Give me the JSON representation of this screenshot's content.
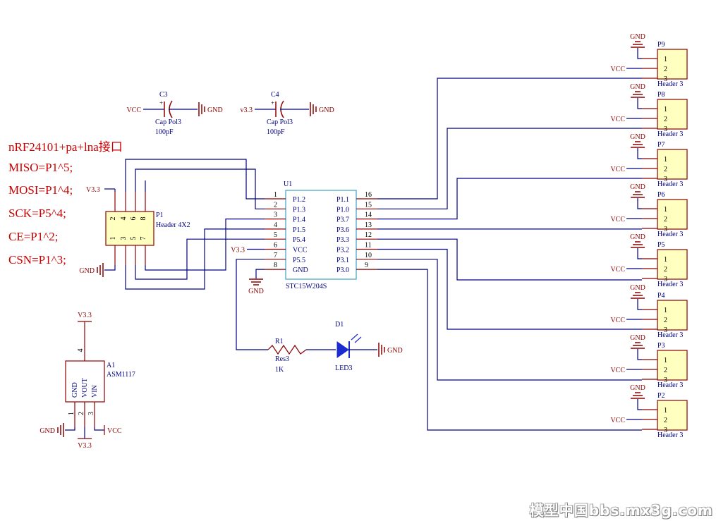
{
  "notes": [
    "nRF24101+pa+lna接口",
    "MISO=P1^5;",
    "MOSI=P1^4;",
    "SCK=P5^4;",
    "CE=P1^2;",
    "CSN=P1^3;"
  ],
  "watermark": "模型中国bbs.mx3g.com",
  "colors": {
    "wire": "#000080",
    "part": "#8b0000",
    "body": "#ffffc0",
    "label": "#000080",
    "pin": "#000000"
  },
  "u1": {
    "designator": "U1",
    "part": "STC15W204S",
    "left": [
      [
        "1",
        "P1.2"
      ],
      [
        "2",
        "P1.3"
      ],
      [
        "3",
        "P1.4"
      ],
      [
        "4",
        "P1.5"
      ],
      [
        "5",
        "P5.4"
      ],
      [
        "6",
        "VCC"
      ],
      [
        "7",
        "P5.5"
      ],
      [
        "8",
        "GND"
      ]
    ],
    "right": [
      [
        "16",
        "P1.1"
      ],
      [
        "15",
        "P1.0"
      ],
      [
        "14",
        "P3.7"
      ],
      [
        "13",
        "P3.6"
      ],
      [
        "12",
        "P3.3"
      ],
      [
        "11",
        "P3.2"
      ],
      [
        "10",
        "P3.1"
      ],
      [
        "9",
        "P3.0"
      ]
    ]
  },
  "p1": {
    "designator": "P1",
    "part": "Header 4X2",
    "pins_top": [
      "2",
      "4",
      "6",
      "8"
    ],
    "pins_bottom": [
      "1",
      "3",
      "5",
      "7"
    ],
    "power": "V3.3",
    "ground": "GND"
  },
  "c3": {
    "designator": "C3",
    "part": "Cap Pol3",
    "value": "100pF",
    "net": "VCC",
    "ground": "GND"
  },
  "c4": {
    "designator": "C4",
    "part": "Cap Pol3",
    "value": "100pF",
    "net": "v3.3",
    "ground": "GND"
  },
  "a1": {
    "designator": "A1",
    "part": "ASM1117",
    "pins": [
      "GND",
      "VOUT",
      "VIN"
    ],
    "pin_nums": [
      "1",
      "2",
      "3",
      "4"
    ],
    "top_net": "V3.3",
    "gnd": "GND",
    "vout": "V3.3",
    "vin": "VCC"
  },
  "r1": {
    "designator": "R1",
    "part": "Res3",
    "value": "1K"
  },
  "d1": {
    "designator": "D1",
    "part": "LED3",
    "ground": "GND"
  },
  "u1_nets": {
    "vcc": "V3.3",
    "gnd": "GND"
  },
  "header3": {
    "visible_designators": [
      "P9",
      "P8",
      "P7",
      "P6",
      "P5",
      "P4",
      "P3",
      "P2"
    ],
    "part": "Header 3",
    "pin_nums": [
      "1",
      "2",
      "3"
    ],
    "gnd": "GND",
    "vcc": "VCC"
  }
}
